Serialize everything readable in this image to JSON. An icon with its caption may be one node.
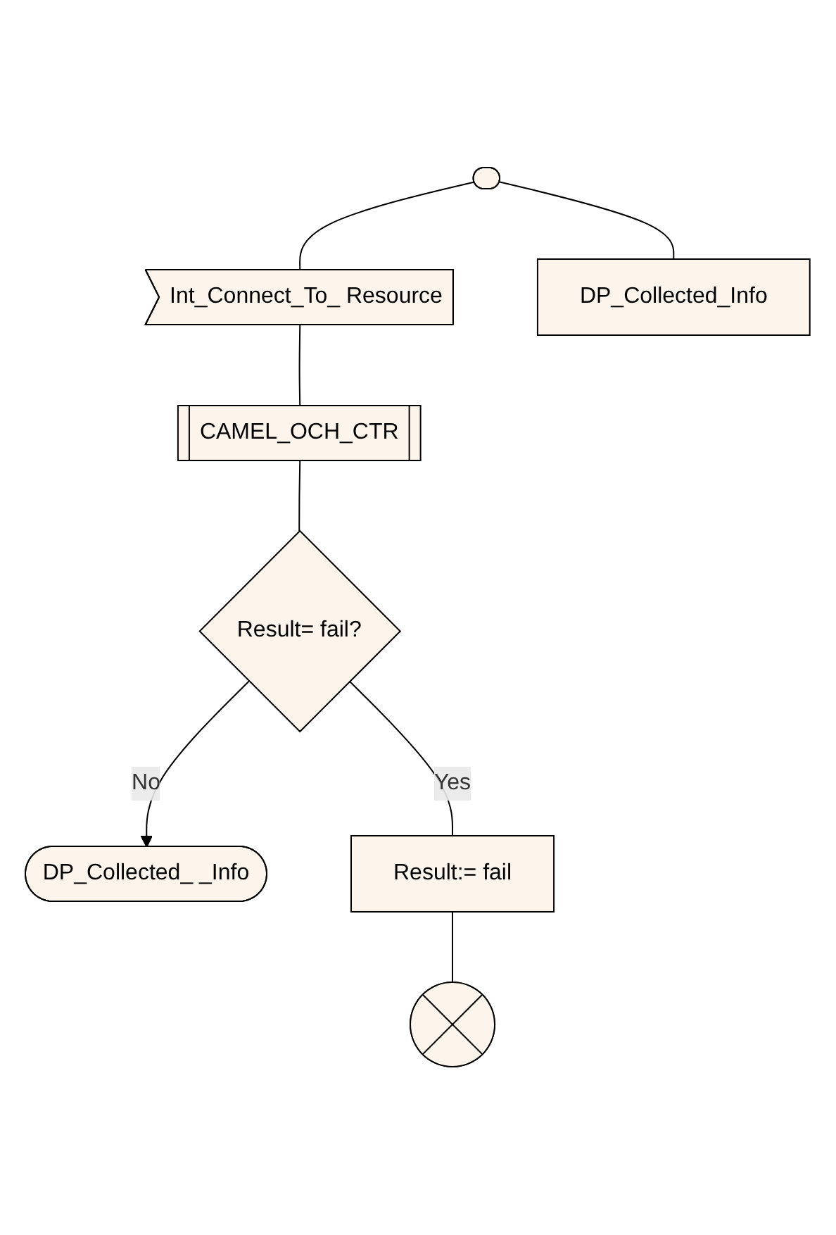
{
  "diagram": {
    "nodes": [
      {
        "text": [],
        "shape": "box"
      },
      {
        "text": [
          "DP_Collected_Info"
        ]
      },
      {
        "text": [
          "Int_Connect_To_ Resource"
        ]
      },
      {
        "text": [
          "CAMEL_OCH_CTR"
        ]
      },
      {
        "text": [
          "Result= fail?"
        ]
      },
      {
        "text": [
          "Result:= fail"
        ]
      },
      {
        "text": [
          "DP_Collected_ _Info"
        ]
      },
      {
        "text": [],
        "shape": "circle"
      }
    ],
    "edges": [
      {
        "from": 0,
        "to": 1,
        "arrow": "none"
      },
      {
        "from": 0,
        "to": 2,
        "arrow": "none"
      },
      {
        "from": 2,
        "to": 3,
        "arrow": "none"
      },
      {
        "from": 3,
        "to": 4,
        "arrow": "none"
      },
      {
        "from": 4,
        "to": 6,
        "arrow": "to",
        "label": "No"
      },
      {
        "from": 4,
        "to": 5,
        "arrow": "none",
        "label": "Yes"
      },
      {
        "from": 5,
        "to": 7,
        "arrow": "none"
      }
    ]
  }
}
